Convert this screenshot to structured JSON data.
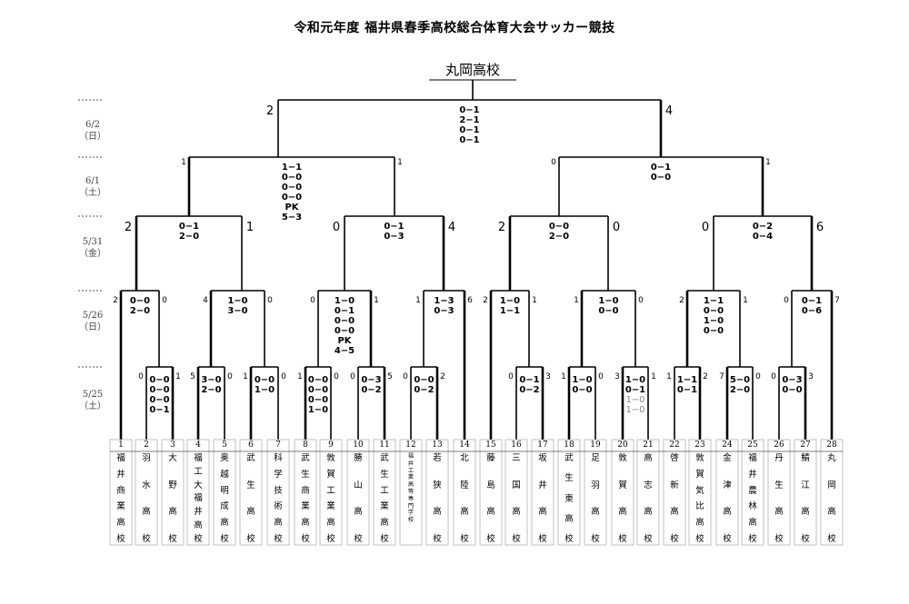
{
  "title": "令和元年度 福井県春季高校総合体育大会サッカー競技",
  "champion": "丸岡高校",
  "dates": [
    {
      "day": "6/2",
      "dow": "（日）"
    },
    {
      "day": "6/1",
      "dow": "（土）"
    },
    {
      "day": "5/31",
      "dow": "（金）"
    },
    {
      "day": "5/26",
      "dow": "（日）"
    },
    {
      "day": "5/25",
      "dow": "（土）"
    }
  ],
  "teams": [
    {
      "no": "1",
      "name": "福井商業高校"
    },
    {
      "no": "2",
      "name": "羽水高校"
    },
    {
      "no": "3",
      "name": "大野高校"
    },
    {
      "no": "4",
      "name": "福工大福井高校"
    },
    {
      "no": "5",
      "name": "奥越明成高校"
    },
    {
      "no": "6",
      "name": "武生高校"
    },
    {
      "no": "7",
      "name": "科学技術高校"
    },
    {
      "no": "8",
      "name": "武生商業高校"
    },
    {
      "no": "9",
      "name": "敦賀工業高校"
    },
    {
      "no": "10",
      "name": "勝山高校"
    },
    {
      "no": "11",
      "name": "武生工業高校"
    },
    {
      "no": "12",
      "name": "福井工業高等専門学校"
    },
    {
      "no": "13",
      "name": "若狭高校"
    },
    {
      "no": "14",
      "name": "北陸高校"
    },
    {
      "no": "15",
      "name": "藤島高校"
    },
    {
      "no": "16",
      "name": "三国高校"
    },
    {
      "no": "17",
      "name": "坂井高校"
    },
    {
      "no": "18",
      "name": "武生東高校"
    },
    {
      "no": "19",
      "name": "足羽高校"
    },
    {
      "no": "20",
      "name": "敦賀高校"
    },
    {
      "no": "21",
      "name": "高志高校"
    },
    {
      "no": "22",
      "name": "啓新高校"
    },
    {
      "no": "23",
      "name": "敦賀気比高校"
    },
    {
      "no": "24",
      "name": "金津高校"
    },
    {
      "no": "25",
      "name": "福井農林高校"
    },
    {
      "no": "26",
      "name": "丹生高校"
    },
    {
      "no": "27",
      "name": "鯖江高校"
    },
    {
      "no": "28",
      "name": "丸岡高校"
    }
  ],
  "matches": [
    {
      "id": "r1-2v3",
      "scores": [
        "0−0",
        "0−0",
        "0−0",
        "0−1"
      ],
      "left": "0",
      "right": "1"
    },
    {
      "id": "r1-4v5",
      "scores": [
        "3−0",
        "2−0"
      ],
      "left": "5",
      "right": "0"
    },
    {
      "id": "r1-6v7",
      "scores": [
        "0−0",
        "1−0"
      ],
      "left": "1",
      "right": "0"
    },
    {
      "id": "r1-8v9",
      "scores": [
        "0−0",
        "0−0",
        "0−0",
        "1−0"
      ],
      "left": "1",
      "right": "0"
    },
    {
      "id": "r1-10v11",
      "scores": [
        "0−3",
        "0−2"
      ],
      "left": "0",
      "right": "5"
    },
    {
      "id": "r1-12v13",
      "scores": [
        "0−0",
        "0−2"
      ],
      "left": "0",
      "right": "2"
    },
    {
      "id": "r1-16v17",
      "scores": [
        "0−1",
        "0−2"
      ],
      "left": "0",
      "right": "3"
    },
    {
      "id": "r1-18v19",
      "scores": [
        "1−0",
        "0−0"
      ],
      "left": "1",
      "right": "0"
    },
    {
      "id": "r1-20v21",
      "scores": [
        "1−0",
        "0−1",
        "1−0",
        "1−0"
      ],
      "left": "3",
      "right": "1"
    },
    {
      "id": "r1-22v23",
      "scores": [
        "1−1",
        "0−1"
      ],
      "left": "1",
      "right": "2"
    },
    {
      "id": "r1-24v25",
      "scores": [
        "5−0",
        "2−0"
      ],
      "left": "7",
      "right": "0"
    },
    {
      "id": "r1-26v27",
      "scores": [
        "0−3",
        "0−0"
      ],
      "left": "0",
      "right": "3"
    },
    {
      "id": "r2-a",
      "scores": [
        "0−0",
        "2−0"
      ],
      "left": "2",
      "right": "0"
    },
    {
      "id": "r2-b",
      "scores": [
        "1−0",
        "3−0"
      ],
      "left": "4",
      "right": "0"
    },
    {
      "id": "r2-c",
      "scores": [
        "1−0",
        "0−1",
        "0−0",
        "0−0",
        "PK",
        "4−5"
      ],
      "left": "0",
      "right": "1"
    },
    {
      "id": "r2-d",
      "scores": [
        "1−3",
        "0−3"
      ],
      "left": "1",
      "right": "6"
    },
    {
      "id": "r2-e",
      "scores": [
        "1−0",
        "1−1"
      ],
      "left": "2",
      "right": "1"
    },
    {
      "id": "r2-f",
      "scores": [
        "1−0",
        "0−0"
      ],
      "left": "1",
      "right": "0"
    },
    {
      "id": "r2-g",
      "scores": [
        "1−1",
        "0−0",
        "1−0",
        "0−0"
      ],
      "left": "2",
      "right": "1"
    },
    {
      "id": "r2-h",
      "scores": [
        "0−1",
        "0−6"
      ],
      "left": "0",
      "right": "7"
    },
    {
      "id": "qf-1",
      "scores": [
        "0−1",
        "2−0"
      ],
      "left": "2",
      "right": "1"
    },
    {
      "id": "qf-2",
      "scores": [
        "0−1",
        "0−3"
      ],
      "left": "0",
      "right": "4"
    },
    {
      "id": "qf-3",
      "scores": [
        "0−0",
        "2−0"
      ],
      "left": "2",
      "right": "0"
    },
    {
      "id": "qf-4",
      "scores": [
        "0−2",
        "0−4"
      ],
      "left": "0",
      "right": "6"
    },
    {
      "id": "sf-1",
      "scores": [
        "1−1",
        "0−0",
        "0−0",
        "0−0",
        "PK",
        "5−3"
      ],
      "left": "1",
      "right": "1"
    },
    {
      "id": "sf-2",
      "scores": [
        "0−1",
        "0−0"
      ],
      "left": "0",
      "right": "1"
    },
    {
      "id": "final",
      "scores": [
        "0−1",
        "2−1",
        "0−1",
        "0−1"
      ],
      "left": "2",
      "right": "4"
    }
  ]
}
